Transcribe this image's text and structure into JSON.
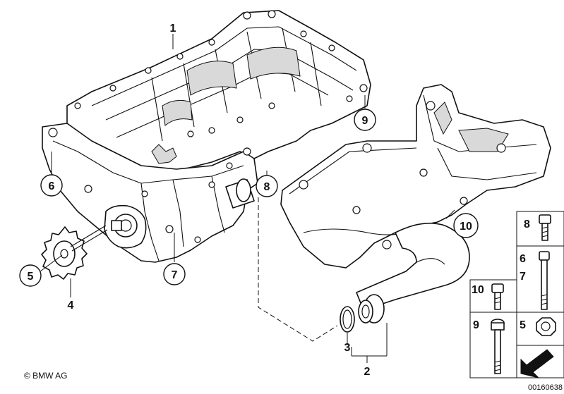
{
  "callouts": {
    "c1": "1",
    "c2": "2",
    "c3": "3",
    "c4": "4",
    "c5": "5",
    "c6": "6",
    "c7": "7",
    "c8": "8",
    "c9": "9",
    "c10": "10"
  },
  "legend": {
    "b8": "8",
    "b6": "6",
    "b7": "7",
    "b10": "10",
    "b9": "9",
    "b5": "5"
  },
  "footer": {
    "copyright": "© BMW AG",
    "doc_number": "00160638"
  }
}
